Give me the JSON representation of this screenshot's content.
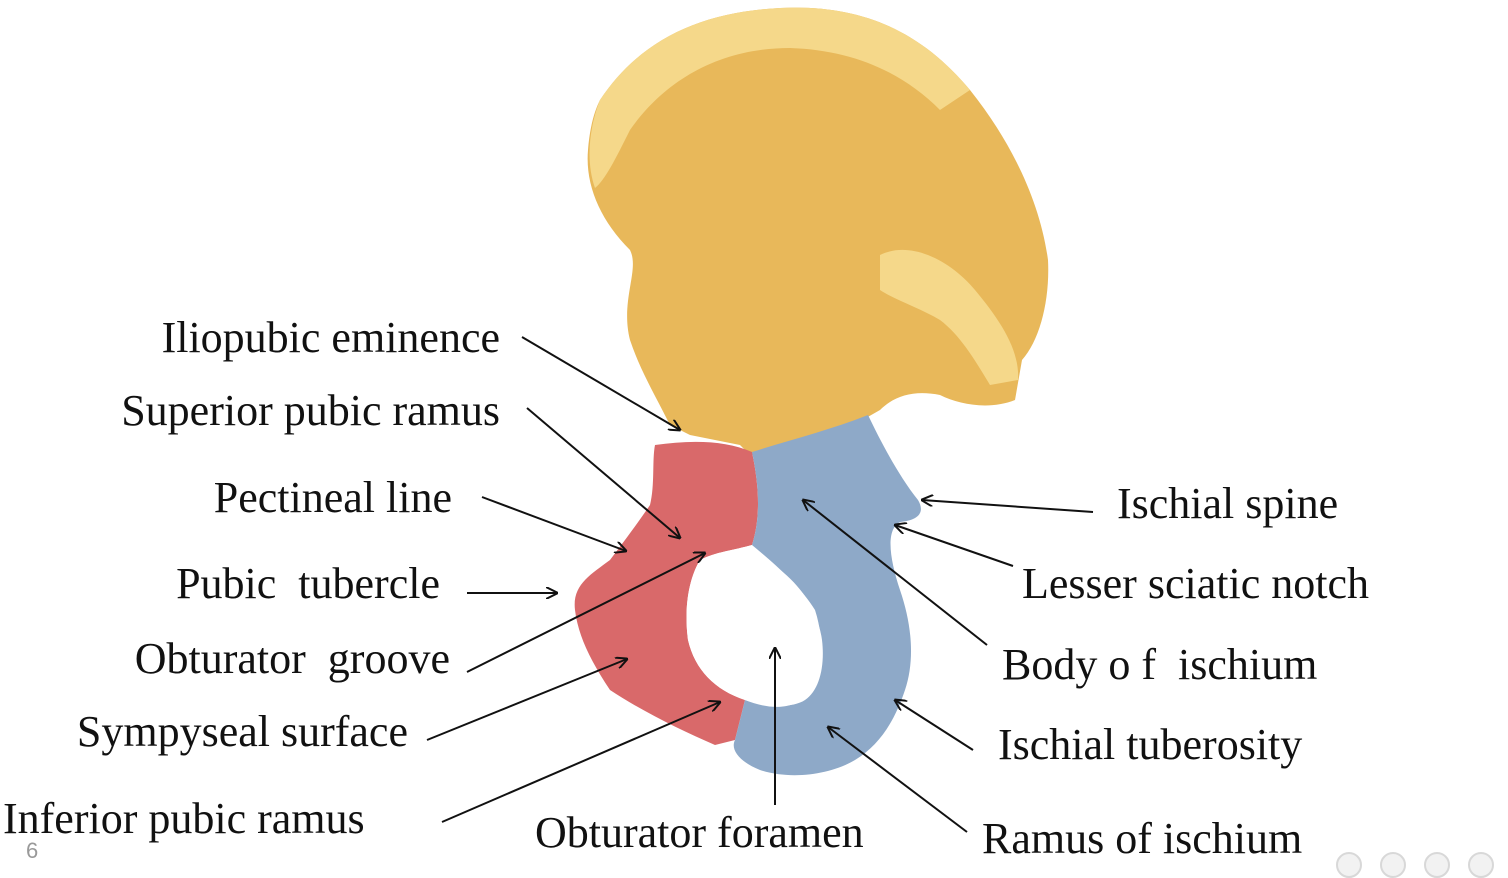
{
  "colors": {
    "ilium": "#e8b85a",
    "ilium_light": "#f5d88a",
    "pubis": "#d9696a",
    "ischium": "#8ea9c8",
    "arrow": "#111111"
  },
  "labels": {
    "iliopubic_eminence": "Iliopubic eminence",
    "superior_pubic_ramus": "Superior pubic ramus",
    "pectineal_line": "Pectineal line",
    "pubic_tubercle": "Pubic  tubercle",
    "obturator_groove": "Obturator  groove",
    "sympyseal_surface": "Sympyseal surface",
    "inferior_pubic_ramus": "Inferior pubic ramus",
    "obturator_foramen": "Obturator foramen",
    "ischial_spine": "Ischial spine",
    "lesser_sciatic_notch": "Lesser sciatic notch",
    "body_of_ischium": "Body o f  ischium",
    "ischial_tuberosity": "Ischial tuberosity",
    "ramus_of_ischium": "Ramus of ischium"
  },
  "slide_number": "6",
  "nav_icons": [
    "nav-dot-icon",
    "nav-dot-icon",
    "nav-dot-icon",
    "nav-dot-icon"
  ]
}
